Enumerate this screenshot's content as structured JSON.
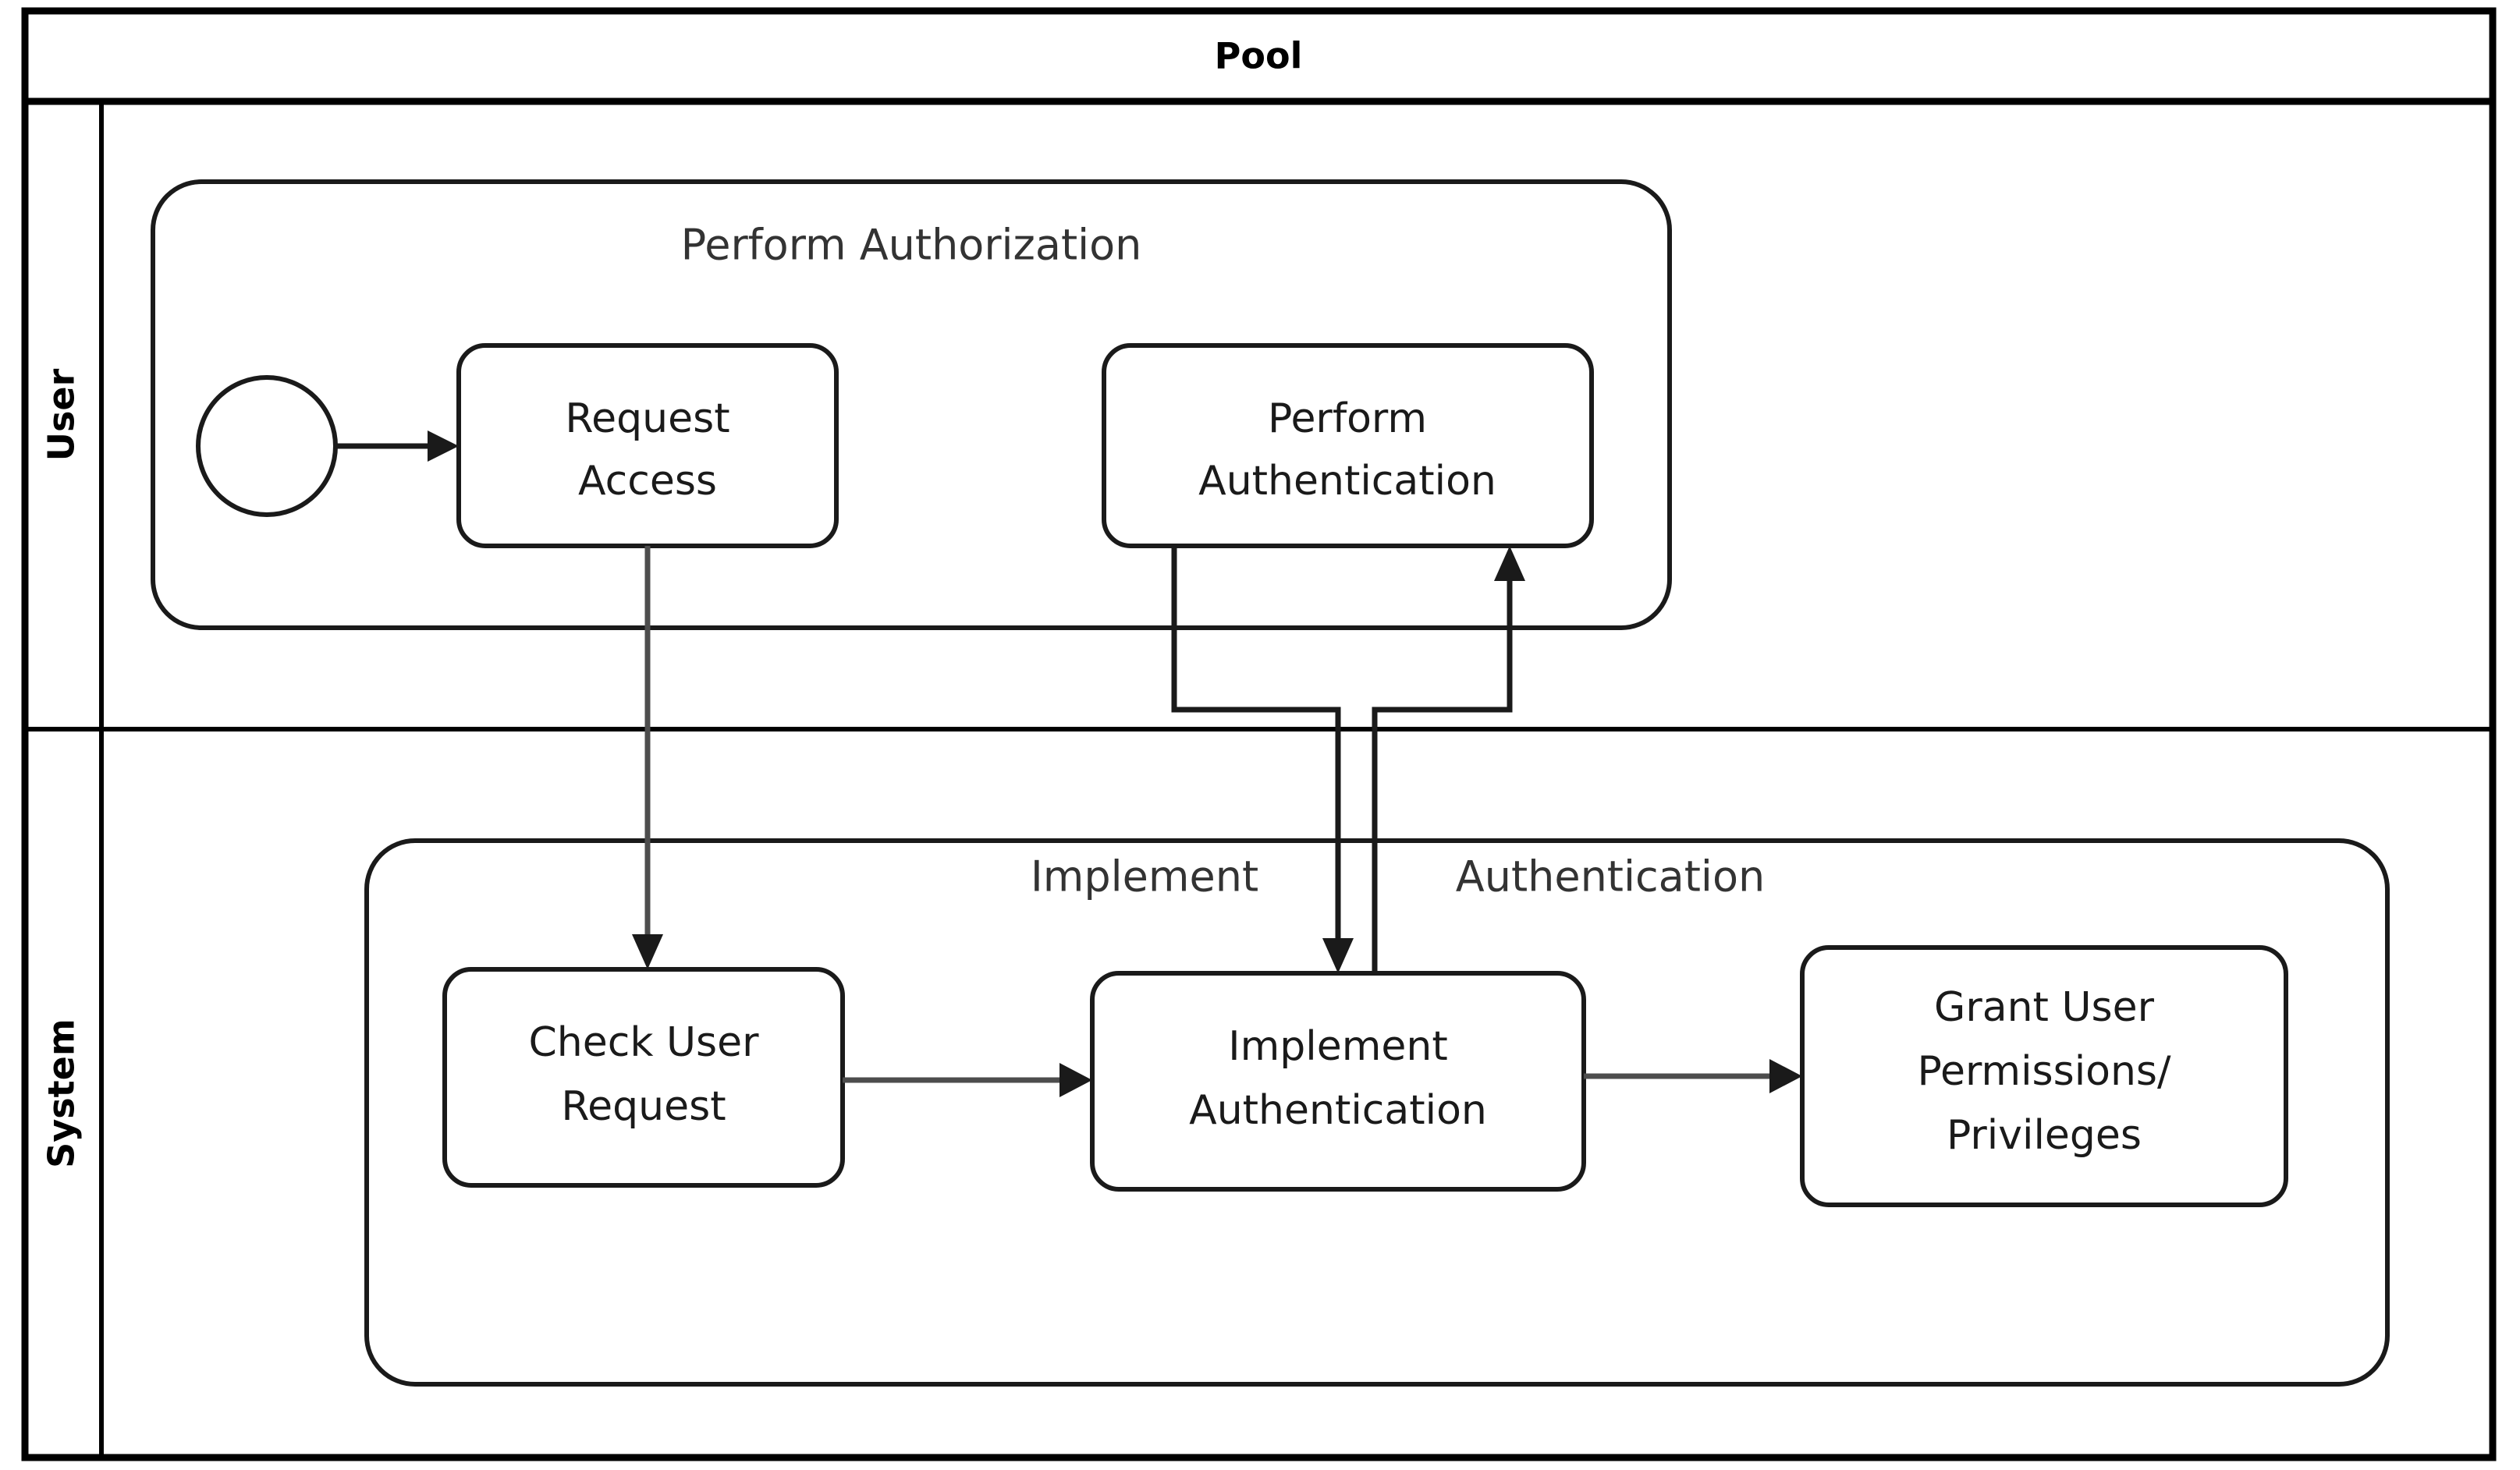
{
  "diagram": {
    "type": "bpmn-pool-lane-diagram",
    "pool": {
      "title": "Pool"
    },
    "lanes": [
      {
        "id": "user",
        "label": "User"
      },
      {
        "id": "system",
        "label": "System"
      }
    ],
    "subprocesses": [
      {
        "id": "perform-authorization",
        "label": "Perform Authorization",
        "lane": "user"
      },
      {
        "id": "implement-authentication",
        "label_part1": "Implement",
        "label_part2": "Authentication",
        "label": "Implement Authentication",
        "lane": "system"
      }
    ],
    "events": [
      {
        "id": "start-event",
        "type": "start",
        "lane": "user",
        "label": ""
      }
    ],
    "tasks": [
      {
        "id": "request-access",
        "lane": "user",
        "lines": [
          "Request",
          "Access"
        ]
      },
      {
        "id": "perform-authentication",
        "lane": "user",
        "lines": [
          "Perform",
          "Authentication"
        ]
      },
      {
        "id": "check-user-request",
        "lane": "system",
        "lines": [
          "Check User",
          "Request"
        ]
      },
      {
        "id": "implement-authentication",
        "lane": "system",
        "lines": [
          "Implement",
          "Authentication"
        ]
      },
      {
        "id": "grant-user-permissions",
        "lane": "system",
        "lines": [
          "Grant User",
          "Permissions/",
          "Privileges"
        ]
      }
    ],
    "flows": [
      {
        "from": "start-event",
        "to": "request-access"
      },
      {
        "from": "request-access",
        "to": "check-user-request"
      },
      {
        "from": "check-user-request",
        "to": "implement-authentication"
      },
      {
        "from": "perform-authentication",
        "to": "implement-authentication"
      },
      {
        "from": "implement-authentication",
        "to": "perform-authentication"
      },
      {
        "from": "implement-authentication",
        "to": "grant-user-permissions"
      }
    ],
    "colors": {
      "stroke": "#1a1a1a",
      "flow": "#4d4d4d",
      "background": "#ffffff",
      "text": "#333333"
    }
  }
}
